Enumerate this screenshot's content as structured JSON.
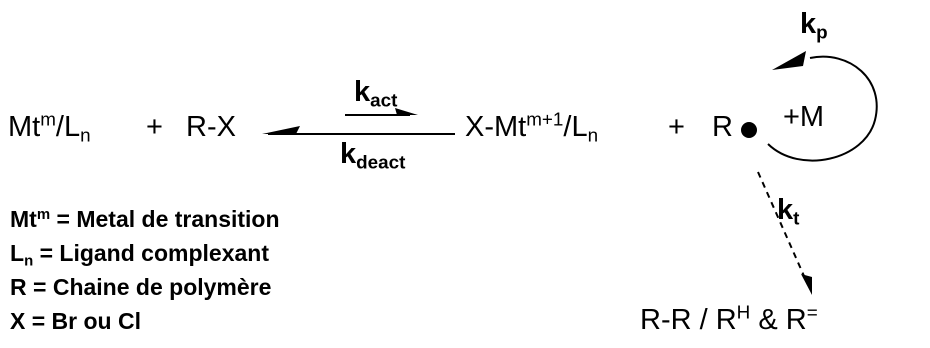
{
  "equation": {
    "left_species": {
      "base": "Mt",
      "sup": "m",
      "mid": "/L",
      "sub": "n"
    },
    "plus1": "+",
    "reagent": "R-X",
    "k_act": {
      "base": "k",
      "sub": "act"
    },
    "k_deact": {
      "base": "k",
      "sub": "deact"
    },
    "right_species": {
      "base": "X-Mt",
      "sup": "m+1",
      "mid": "/L",
      "sub": "n"
    },
    "plus2": "+",
    "radical": "R",
    "k_p": {
      "base": "k",
      "sub": "p"
    },
    "monomer": "+M",
    "k_t": {
      "base": "k",
      "sub": "t"
    },
    "products": {
      "a": "R-R / R",
      "sup1": "H",
      "b": " & R",
      "sup2": "="
    }
  },
  "legend": [
    {
      "base": "Mt",
      "sup": "m",
      "sub": "",
      "rest": " = Metal de transition"
    },
    {
      "base": "L",
      "sup": "",
      "sub": "n",
      "rest": " = Ligand complexant"
    },
    {
      "base": "R",
      "sup": "",
      "sub": "",
      "rest": " = Chaine de polymère"
    },
    {
      "base": "X",
      "sup": "",
      "sub": "",
      "rest": " = Br ou Cl"
    }
  ]
}
